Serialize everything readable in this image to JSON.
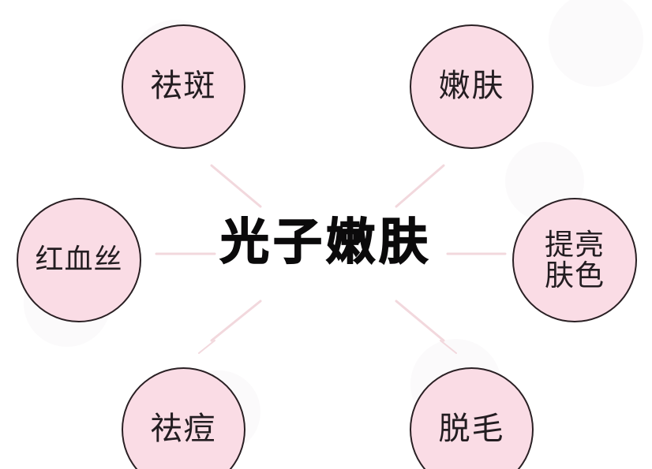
{
  "diagram": {
    "type": "radial-hub-and-spoke",
    "background_color": "#ffffff",
    "center": {
      "label": "光子嫩肤",
      "text_color": "#0b0a0b"
    },
    "node_style": {
      "fill_color": "#fadce5",
      "border_color": "#2a2024",
      "text_color": "#231d21"
    },
    "connector_color": "#f3dade",
    "nodes": [
      {
        "id": "qubanian",
        "label": "祛斑",
        "position": "top-left"
      },
      {
        "id": "nenfu",
        "label": "嫩肤",
        "position": "top-right"
      },
      {
        "id": "hongxuesi",
        "label": "红血丝",
        "position": "left"
      },
      {
        "id": "tiliang",
        "label": "提亮\n肤色",
        "position": "right"
      },
      {
        "id": "qudou",
        "label": "祛痘",
        "position": "bottom-left"
      },
      {
        "id": "tuomao",
        "label": "脱毛",
        "position": "bottom-right"
      }
    ]
  }
}
